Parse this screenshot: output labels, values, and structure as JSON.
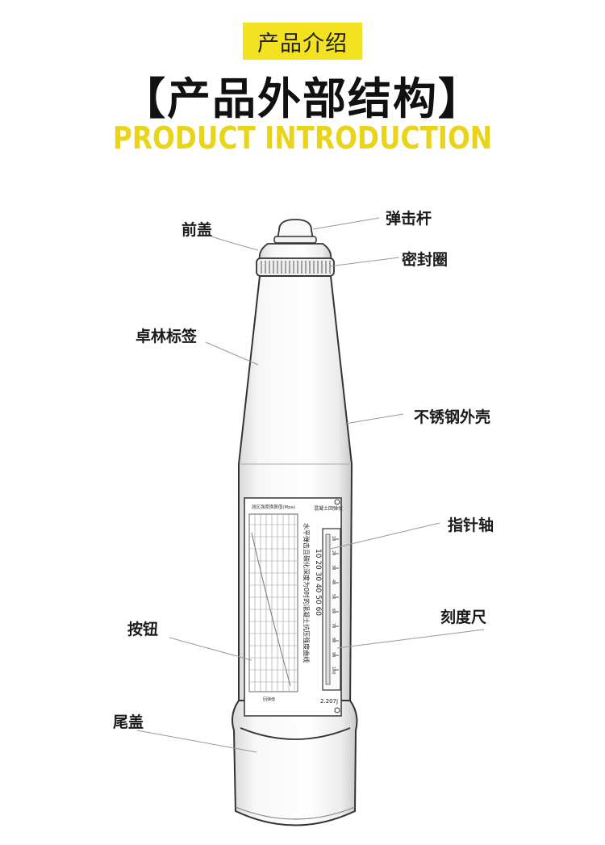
{
  "header": {
    "badge": "产品介绍",
    "title": "【产品外部结构】",
    "subtitle": "PRODUCT INTRODUCTION"
  },
  "labels": {
    "impact_rod": "弹击杆",
    "front_cover": "前盖",
    "seal_ring": "密封圈",
    "brand_label": "卓林标签",
    "stainless_shell": "不锈钢外壳",
    "pointer_shaft": "指针轴",
    "scale": "刻度尺",
    "button": "按钮",
    "tail_cover": "尾盖"
  },
  "device_label": {
    "table_title": "测区强度换算值(Mpa)",
    "side_title": "水平弹击且碳化深度为0时的混凝土抗压强度曲线",
    "brand": "混凝土回弹仪",
    "energy": "2.207J",
    "lower_left_numbers": "10 20 30 40 50 60",
    "lower_left_caption": "回弹值",
    "scale_ticks": [
      "10",
      "20",
      "30",
      "40",
      "50",
      "60",
      "70",
      "80",
      "90",
      "100"
    ]
  },
  "colors": {
    "accent_yellow": "#f3e21f",
    "subtitle_yellow": "#e9d41a",
    "outline": "#333333"
  }
}
